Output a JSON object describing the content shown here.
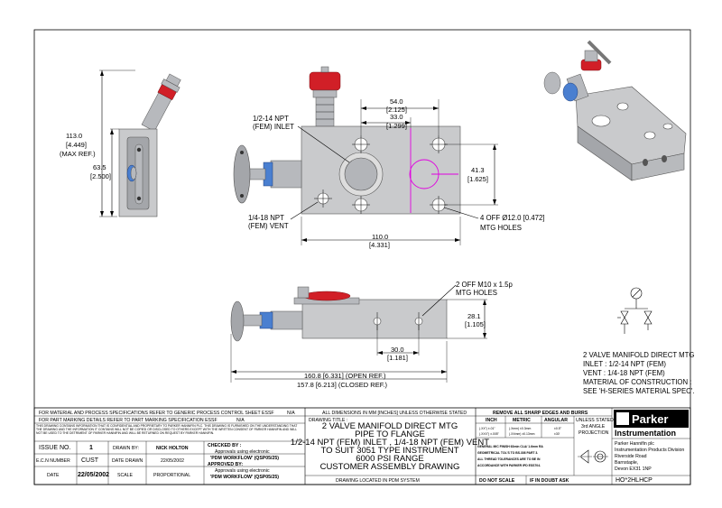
{
  "dimensions": {
    "side_height": "113.0",
    "side_height_in": "[4.449]",
    "side_height_note": "(MAX REF.)",
    "side_mid": "63.5",
    "side_mid_in": "[2.500]",
    "top_w1": "54.0",
    "top_w1_in": "[2.125]",
    "top_w2": "33.0",
    "top_w2_in": "[1.299]",
    "top_h": "41.3",
    "top_h_in": "[1.625]",
    "top_len": "110.0",
    "top_len_in": "[4.331]",
    "bot_h": "28.1",
    "bot_h_in": "[1.105]",
    "bot_w": "30.0",
    "bot_w_in": "[1.181]",
    "bot_open": "160.8 [6.331] (OPEN REF.)",
    "bot_closed": "157.8 [6.213] (CLOSED REF.)"
  },
  "callouts": {
    "inlet_1": "1/2-14 NPT",
    "inlet_2": "(FEM) INLET",
    "vent_1": "1/4-18 NPT",
    "vent_2": "(FEM) VENT",
    "holes_1": "4 OFF Ø12.0 [0.472]",
    "holes_2": "MTG HOLES",
    "mtg_1": "2 OFF M10 x 1.5p",
    "mtg_2": "MTG HOLES"
  },
  "description": {
    "line1": "2 VALVE MANIFOLD DIRECT MTG",
    "line2": "INLET : 1/2-14 NPT (FEM)",
    "line3": "VENT : 1/4-18 NPT (FEM)",
    "line4": "MATERIAL OF CONSTRUCTION :",
    "line5": "SEE 'H-SERIES MATERIAL SPEC'."
  },
  "title_block": {
    "spec_process": "FOR MATERIAL AND PROCESS SPECIFICATIONS REFER TO GENERIC PROCESS CONTROL SHEET ESSF",
    "spec_process_val": "N/A",
    "spec_marking": "FOR PART MARKING DETAILS REFER TO PART MARKING SPECIFICATION ESSF",
    "spec_marking_val": "N/A",
    "confidential": "THIS DRAWING CONTAINS INFORMATION THAT IS CONFIDENTIAL AND PROPRIETARY TO PARKER HANNIFIN PLC. THIS DRAWING IS FURNISHED ON THE UNDERSTANDING THAT THE DRAWING AND THE INFORMATION IT CONTAINS WILL NOT BE COPIED OR DISCLOSED TO OTHERS EXCEPT WITH THE WRITTEN CONSENT OF PARKER HANNIFIN AND WILL NOT BE USED TO THE DETRIMENT OF PARKER HANNIFIN AND WILL BE RETURNED ON REQUEST BY PARKER HANNIFIN.",
    "issue_no_label": "ISSUE NO.",
    "issue_no": "1",
    "drawn_by_label": "DRAWN BY:",
    "drawn_by": "NICK HOLTON",
    "ecn_label": "E.C.N NUMBER",
    "ecn": "CUST",
    "date_drawn_label": "DATE DRAWN",
    "date_drawn": "22/05/2002",
    "date_label": "DATE",
    "date": "22/05/2002",
    "scale_label": "SCALE",
    "scale": "PROPORTIONAL",
    "checked_label": "CHECKED BY :",
    "checked_1": "Approvals using electronic",
    "checked_2": "'PDM WORKFLOW' (QSP05/25)",
    "approved_label": "APPROVED BY:",
    "approved_1": "Approvals using electronic",
    "approved_2": "'PDM WORKFLOW' (QSP05/25)",
    "all_dims": "ALL DIMENSIONS IN MM [INCHES] UNLESS OTHERWISE STATED",
    "drawing_title_label": "DRAWING TITLE :",
    "title_1": "2 VALVE MANIFOLD DIRECT MTG",
    "title_2": "PIPE TO FLANGE",
    "title_3": "1/2-14 NPT (FEM) INLET , 1/4-18 NPT (FEM) VENT",
    "title_4": "TO SUIT 3051 TYPE INSTRUMENT",
    "title_5": "6000 PSI RANGE",
    "title_6": "CUSTOMER ASSEMBLY DRAWING",
    "pdm": "DRAWING LOCATED IN PDM SYSTEM",
    "remove_burrs": "REMOVE ALL SHARP EDGES AND BURRS",
    "col_inch": "INCH",
    "col_metric": "METRIC",
    "col_angular": "ANGULAR",
    "tol_inch_1": "(.XX\") ±.01\"",
    "tol_inch_2": "(.XXX\") ±.005\"",
    "tol_metric_1": "(.Xmm) ±0.3mm",
    "tol_metric_2": "(.XXmm) ±0.13mm",
    "tol_ang_1": "±0.5°",
    "tol_ang_2": "±30'",
    "finish_1": "GENERAL M/C FINISH 63min CLA/ 1.6mm RA",
    "finish_2": "GEOMETRICAL TOL'S TO BS.308 PART 3.",
    "finish_3": "ALL THREAD TOLERANCES ARE TO BE IN",
    "finish_4": "ACCORDANCE WITH PARKER IPD ESS704.",
    "unless_1": "UNLESS STATED",
    "unless_2": "3rd ANGLE",
    "unless_3": "PROJECTION",
    "do_not_scale": "DO NOT SCALE",
    "if_in_doubt": "IF IN DOUBT ASK",
    "part_no": "HO*2HLHCP",
    "brand": "Parker",
    "division": "Instrumentation",
    "addr_1": "Parker Hannifin plc",
    "addr_2": "Instrumentation Products Division",
    "addr_3": "Riverside Road",
    "addr_4": "Barnstaple,",
    "addr_5": "Devon EX31 1NP"
  },
  "colors": {
    "handle_red": "#d11f27",
    "ring_blue": "#4a7fd0",
    "steel_grey": "#c9cacc",
    "centerline_magenta": "#e000e0"
  }
}
